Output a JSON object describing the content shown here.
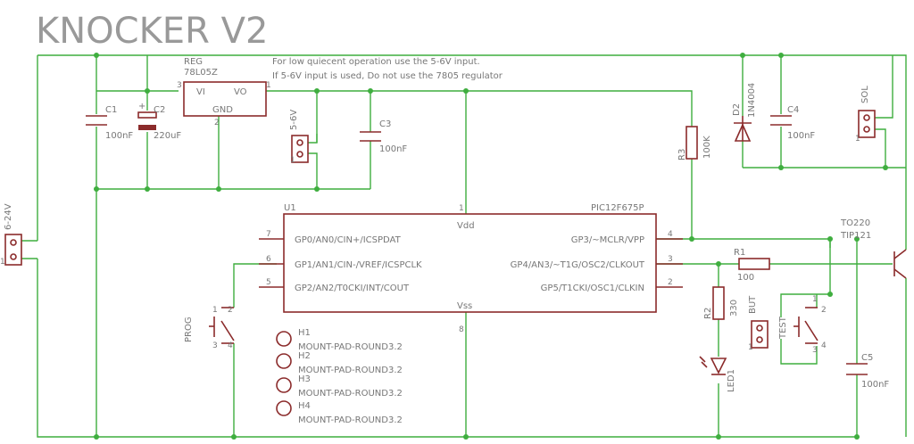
{
  "title": "KNOCKER V2",
  "notes": {
    "line1": "For low quiecent operation use the 5-6V input.",
    "line2": "If 5-6V input is used, Do not use the 7805 regulator"
  },
  "reg": {
    "ref": "REG",
    "value": "78L05Z",
    "vi": "VI",
    "vo": "VO",
    "gnd": "GND",
    "p1": "1",
    "p2": "2",
    "p3": "3"
  },
  "c1": {
    "ref": "C1",
    "value": "100nF"
  },
  "c2": {
    "ref": "C2",
    "value": "220uF"
  },
  "c3": {
    "ref": "C3",
    "value": "100nF"
  },
  "c4": {
    "ref": "C4",
    "value": "100nF"
  },
  "c5": {
    "ref": "C5",
    "value": "100nF"
  },
  "input_6_24": {
    "label": "6-24V"
  },
  "input_5_6": {
    "label": "5-6V"
  },
  "sol": {
    "label": "SOL"
  },
  "d2": {
    "ref": "D2",
    "value": "1N4004"
  },
  "r3": {
    "ref": "R3",
    "value": "100K"
  },
  "r1": {
    "ref": "R1",
    "value": "100"
  },
  "r2": {
    "ref": "R2",
    "value": "330"
  },
  "led1": {
    "ref": "LED1"
  },
  "but": {
    "ref": "BUT"
  },
  "test": {
    "ref": "TEST"
  },
  "prog": {
    "ref": "PROG"
  },
  "q1": {
    "package": "TO220",
    "value": "TIP121"
  },
  "u1": {
    "ref": "U1",
    "value": "PIC12F675P",
    "vdd": "Vdd",
    "vss": "Vss",
    "vdd_pin": "1",
    "vss_pin": "8",
    "left_pins": [
      {
        "num": "7",
        "name": "GP0/AN0/CIN+/ICSPDAT"
      },
      {
        "num": "6",
        "name": "GP1/AN1/CIN-/VREF/ICSPCLK"
      },
      {
        "num": "5",
        "name": "GP2/AN2/T0CKI/INT/COUT"
      }
    ],
    "right_pins": [
      {
        "num": "4",
        "name": "GP3/~MCLR/VPP"
      },
      {
        "num": "3",
        "name": "GP4/AN3/~T1G/OSC2/CLKOUT"
      },
      {
        "num": "2",
        "name": "GP5/T1CKI/OSC1/CLKIN"
      }
    ]
  },
  "mount_pads": [
    {
      "ref": "H1",
      "value": "MOUNT-PAD-ROUND3.2"
    },
    {
      "ref": "H2",
      "value": "MOUNT-PAD-ROUND3.2"
    },
    {
      "ref": "H3",
      "value": "MOUNT-PAD-ROUND3.2"
    },
    {
      "ref": "H4",
      "value": "MOUNT-PAD-ROUND3.2"
    }
  ],
  "pin_nums": {
    "one": "1",
    "two": "2",
    "three": "3",
    "four": "4"
  },
  "colors": {
    "wire": "#3fae3f",
    "part": "#8b2b2b",
    "text": "#777777",
    "title": "#999999"
  }
}
